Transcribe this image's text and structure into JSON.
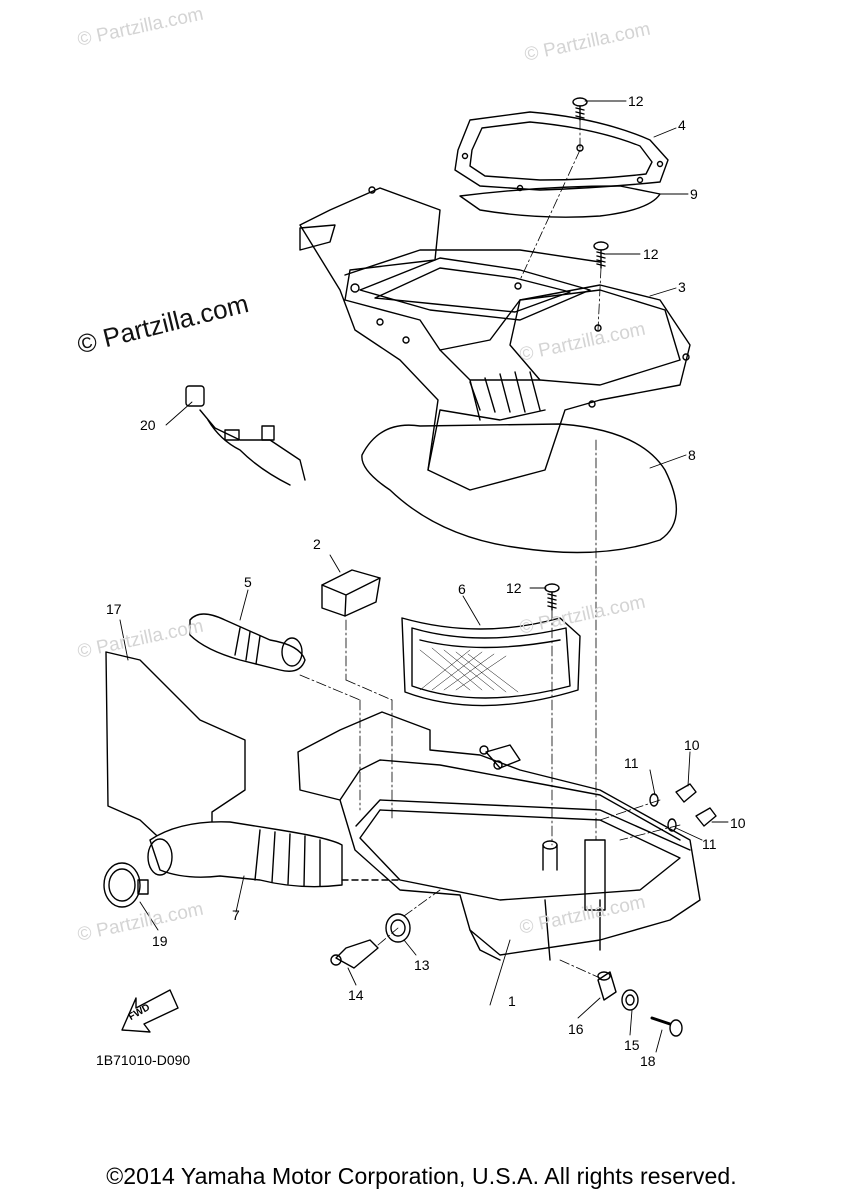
{
  "watermarks": {
    "small_text": "© Partzilla.com",
    "main_text": "© Partzilla.com"
  },
  "callouts": [
    "1",
    "2",
    "3",
    "4",
    "5",
    "6",
    "7",
    "8",
    "9",
    "10",
    "10",
    "11",
    "11",
    "12",
    "12",
    "12",
    "13",
    "14",
    "15",
    "16",
    "17",
    "18",
    "19",
    "20"
  ],
  "fwd_label": "FWD",
  "diagram_code": "1B71010-D090",
  "copyright": "©2014 Yamaha Motor Corporation, U.S.A. All rights reserved."
}
